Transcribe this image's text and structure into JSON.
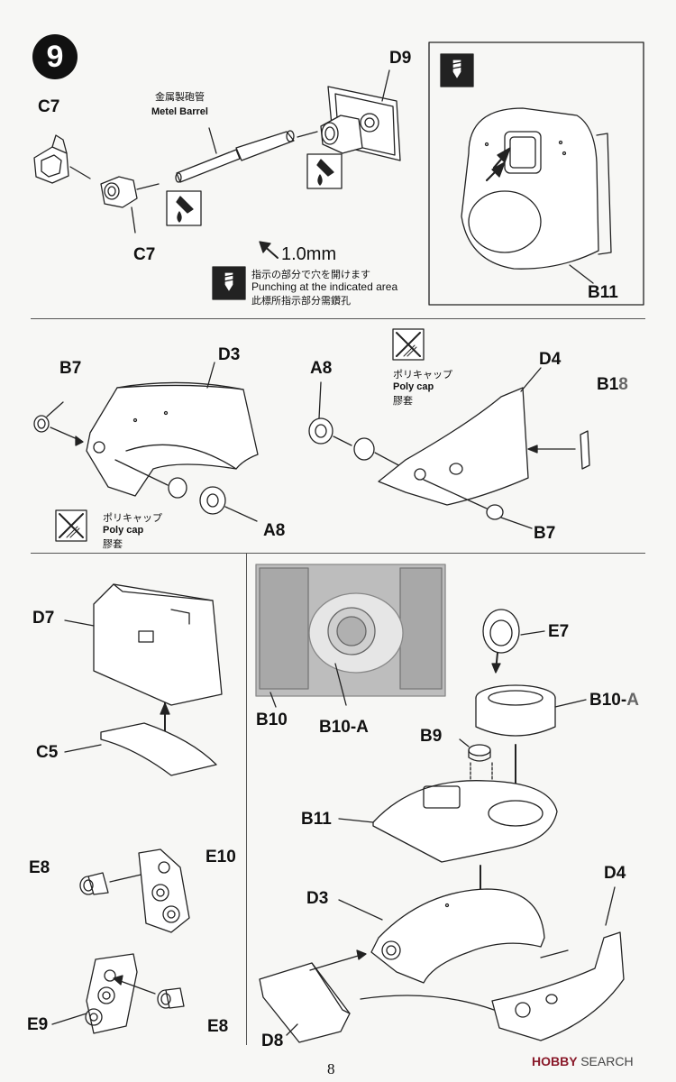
{
  "step": {
    "number": "9"
  },
  "section1": {
    "labels": {
      "c7_top": "C7",
      "c7_bottom": "C7",
      "d9": "D9",
      "b11": "B11"
    },
    "barrel": {
      "jp": "金属製砲管",
      "en": "Metel Barrel"
    },
    "punch": {
      "size": "1.0mm",
      "jp": "指示の部分で穴を開けます",
      "en": "Punching at the indicated area",
      "cn": "此標所指示部分需鑽孔"
    }
  },
  "section2": {
    "labels": {
      "b7_left": "B7",
      "d3": "D3",
      "a8_left": "A8",
      "a8_right": "A8",
      "d4": "D4",
      "b18_a": "B1",
      "b18_b": "8",
      "b7_right": "B7"
    },
    "polycap_left": {
      "jp": "ポリキャップ",
      "en": "Poly cap",
      "cn": "膠套"
    },
    "polycap_right": {
      "jp": "ポリキャップ",
      "en": "Poly cap",
      "cn": "膠套"
    }
  },
  "section3": {
    "labels": {
      "d7": "D7",
      "c5": "C5",
      "e8_top": "E8",
      "e10": "E10",
      "e9": "E9",
      "e8_bottom": "E8"
    }
  },
  "section4": {
    "labels": {
      "b10": "B10",
      "b10a_photo": "B10-A",
      "e7": "E7",
      "b10a_a": "B10-",
      "b10a_b": "A",
      "b9": "B9",
      "b11": "B11",
      "d3": "D3",
      "d4": "D4",
      "d8": "D8"
    }
  },
  "footer": {
    "page": "8",
    "brand_a": "HOBBY",
    "brand_b": "SEARCH"
  },
  "colors": {
    "line": "#222222",
    "photo_bg": "#bdbdbd",
    "brand": "#8a1a2a"
  }
}
